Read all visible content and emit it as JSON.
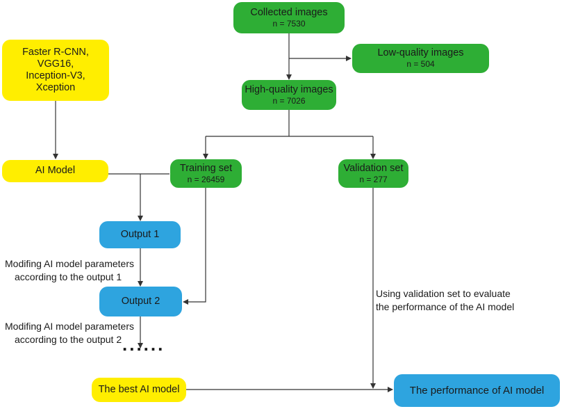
{
  "colors": {
    "green": "#2eae35",
    "yellow": "#ffee00",
    "blue": "#2ea4df",
    "line": "#333333"
  },
  "nodes": {
    "collected": {
      "title": "Collected images",
      "count": "n = 7530"
    },
    "low_quality": {
      "title": "Low-quality images",
      "count": "n = 504"
    },
    "high_quality": {
      "title": "High-quality images",
      "count": "n = 7026"
    },
    "models": {
      "lines": [
        "Faster R-CNN,",
        "VGG16,",
        "Inception-V3,",
        "Xception"
      ]
    },
    "ai_model": {
      "title": "AI Model"
    },
    "training": {
      "title": "Training set",
      "count": "n = 26459"
    },
    "validation": {
      "title": "Validation set",
      "count": "n = 277"
    },
    "output1": {
      "title": "Output 1"
    },
    "output2": {
      "title": "Output 2"
    },
    "best": {
      "title": "The best AI model"
    },
    "performance": {
      "title": "The performance of AI model"
    }
  },
  "annotations": {
    "modify1": [
      "Modifing AI model parameters",
      "according to the output 1"
    ],
    "modify2": [
      "Modifing AI model parameters",
      "according to the output 2"
    ],
    "evaluate": [
      "Using validation set to evaluate",
      "the performance of the AI model"
    ],
    "ellipsis": "......"
  }
}
